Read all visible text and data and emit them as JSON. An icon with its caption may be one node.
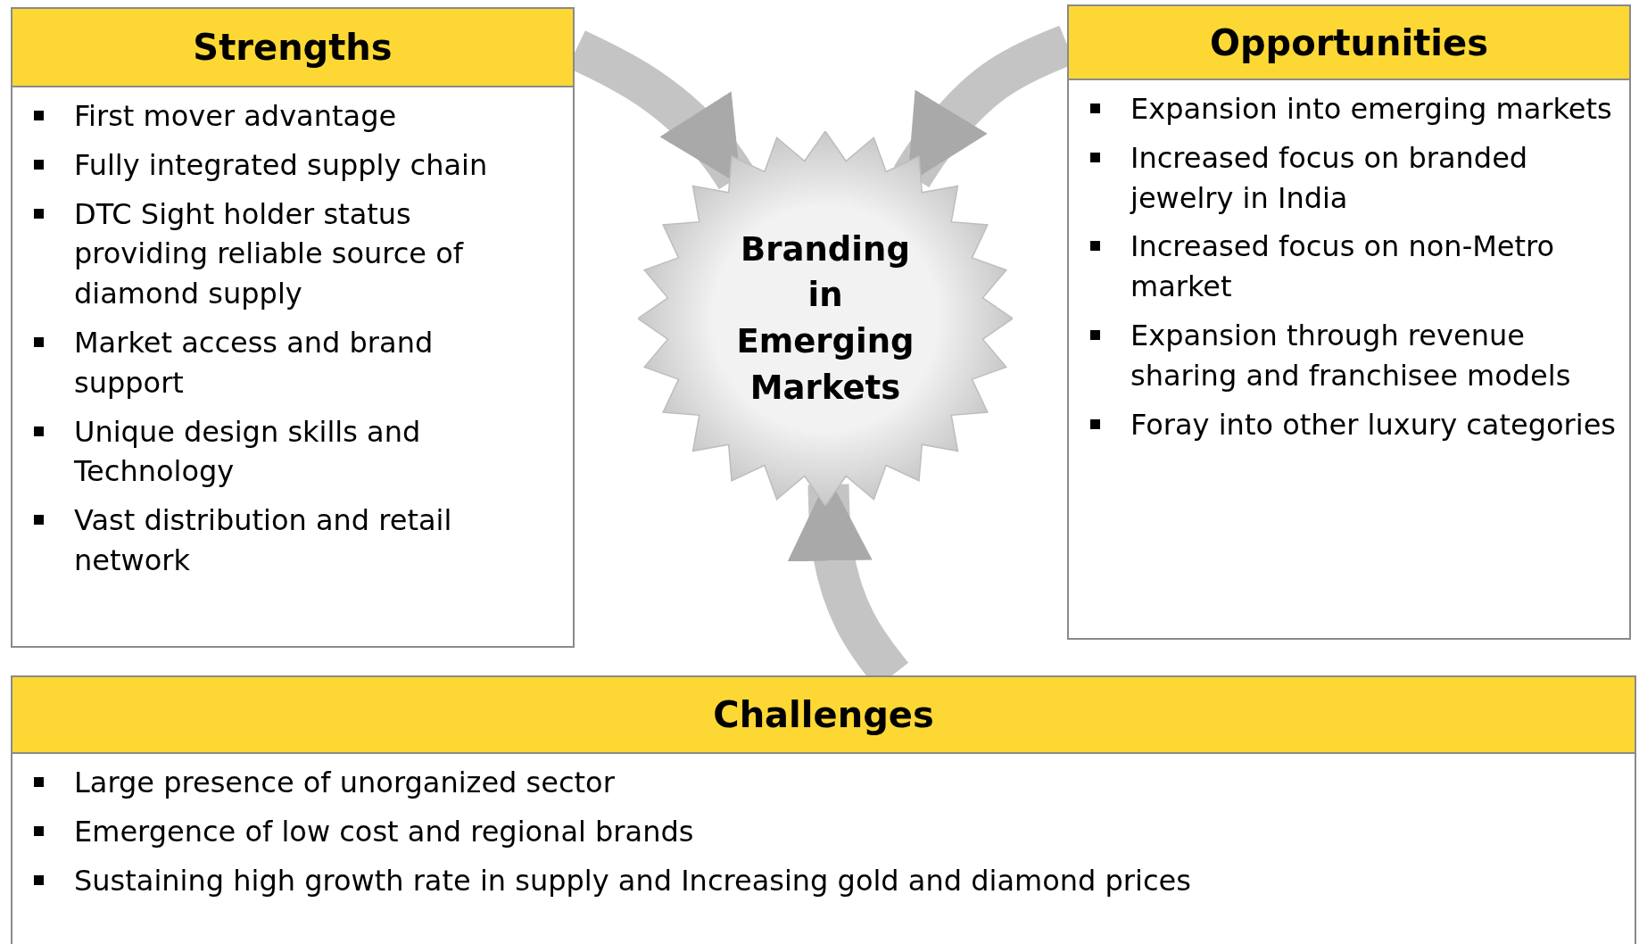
{
  "diagram": {
    "nodes": [
      {
        "text": [
          "Strengths",
          "First mover advantage",
          "Fully integrated supply chain",
          "DTC Sight holder status providing reliable source of diamond supply",
          "Market access and brand support",
          "Unique design skills and Technology",
          "Vast distribution and retail network"
        ]
      },
      {
        "text": [
          "Opportunities",
          "Expansion into emerging markets",
          "Increased focus on branded jewelry in India",
          "Increased focus on non-Metro market",
          "Expansion through revenue sharing and franchisee models",
          "Foray into other luxury categories"
        ]
      },
      {
        "text": [
          "Challenges",
          "Large presence of unorganized sector",
          "Emergence of low cost and regional brands",
          "Sustaining high growth rate in supply and Increasing gold and diamond prices"
        ]
      },
      {
        "text": [
          "Branding in Emerging Markets"
        ]
      }
    ],
    "edges": [
      {
        "from": 0,
        "to": 3,
        "arrow": "to"
      },
      {
        "from": 1,
        "to": 3,
        "arrow": "to"
      },
      {
        "from": 2,
        "to": 3,
        "arrow": "to"
      }
    ]
  }
}
